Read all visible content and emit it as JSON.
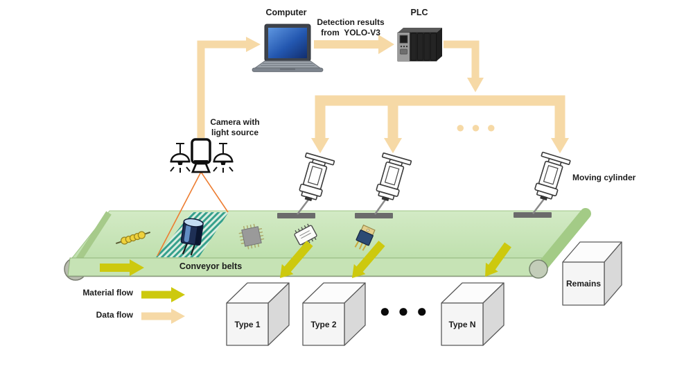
{
  "colors": {
    "data_flow": "#F6D9A6",
    "material_flow": "#CDC90E",
    "belt_surface": "#CBE6BC",
    "belt_front": "#C6E3B5",
    "belt_end": "#A3CB86",
    "scan_teal": "#35A08C",
    "fov_line": "#ED7D31"
  },
  "nodes": {
    "computer": "Computer",
    "plc": "PLC",
    "camera_line1": "Camera with",
    "camera_line2": "light source",
    "moving_cylinder": "Moving cylinder",
    "conveyor_belts": "Conveyor belts"
  },
  "data_flow_label": {
    "line1": "Detection results",
    "line2": "from  YOLO-V3"
  },
  "legend": {
    "material_flow": "Material flow",
    "data_flow": "Data flow"
  },
  "bins": [
    {
      "label": "Type 1"
    },
    {
      "label": "Type 2"
    },
    {
      "label": "Type N"
    },
    {
      "label": "Remains"
    }
  ],
  "ellipsis_glyph": "●●●"
}
